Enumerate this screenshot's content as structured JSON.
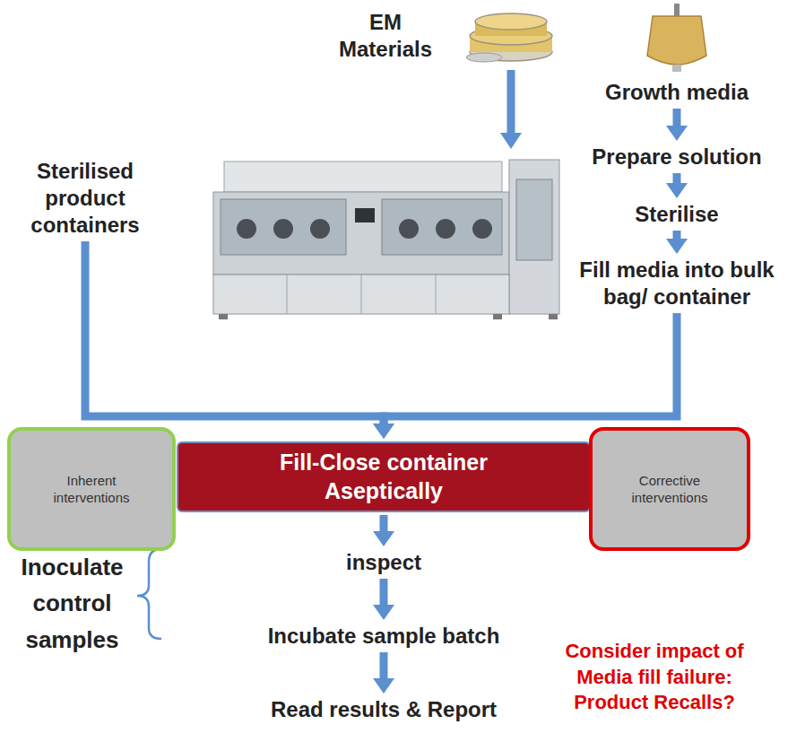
{
  "diagram": {
    "nodes": [
      {
        "text": [
          "Growth media"
        ]
      },
      {
        "text": [
          "Prepare solution"
        ]
      },
      {
        "text": [
          "Sterilise"
        ]
      },
      {
        "text": [
          "Fill media into bulk bag/ container"
        ]
      },
      {
        "text": [
          "Sterilised product containers"
        ]
      },
      {
        "text": [
          "Inherent interventions"
        ]
      },
      {
        "text": [
          "Fill-Close container Aseptically"
        ]
      },
      {
        "text": [
          "Corrective interventions"
        ]
      },
      {
        "text": [
          "inspect"
        ]
      },
      {
        "text": [
          "Incubate sample batch"
        ]
      },
      {
        "text": [
          "Read results & Report"
        ]
      }
    ],
    "edges": [
      {
        "from": 0,
        "to": 1,
        "arrow": "to"
      },
      {
        "from": 1,
        "to": 2,
        "arrow": "to"
      },
      {
        "from": 2,
        "to": 3,
        "arrow": "to"
      },
      {
        "from": 3,
        "to": 6,
        "arrow": "to"
      },
      {
        "from": 4,
        "to": 6,
        "arrow": "to"
      },
      {
        "from": 6,
        "to": 8,
        "arrow": "to"
      },
      {
        "from": 8,
        "to": 9,
        "arrow": "to"
      },
      {
        "from": 9,
        "to": 10,
        "arrow": "to"
      }
    ],
    "labels": [
      "EM Materials",
      "Inoculate control samples",
      "Consider impact of Media fill failure: Product Recalls?"
    ]
  }
}
